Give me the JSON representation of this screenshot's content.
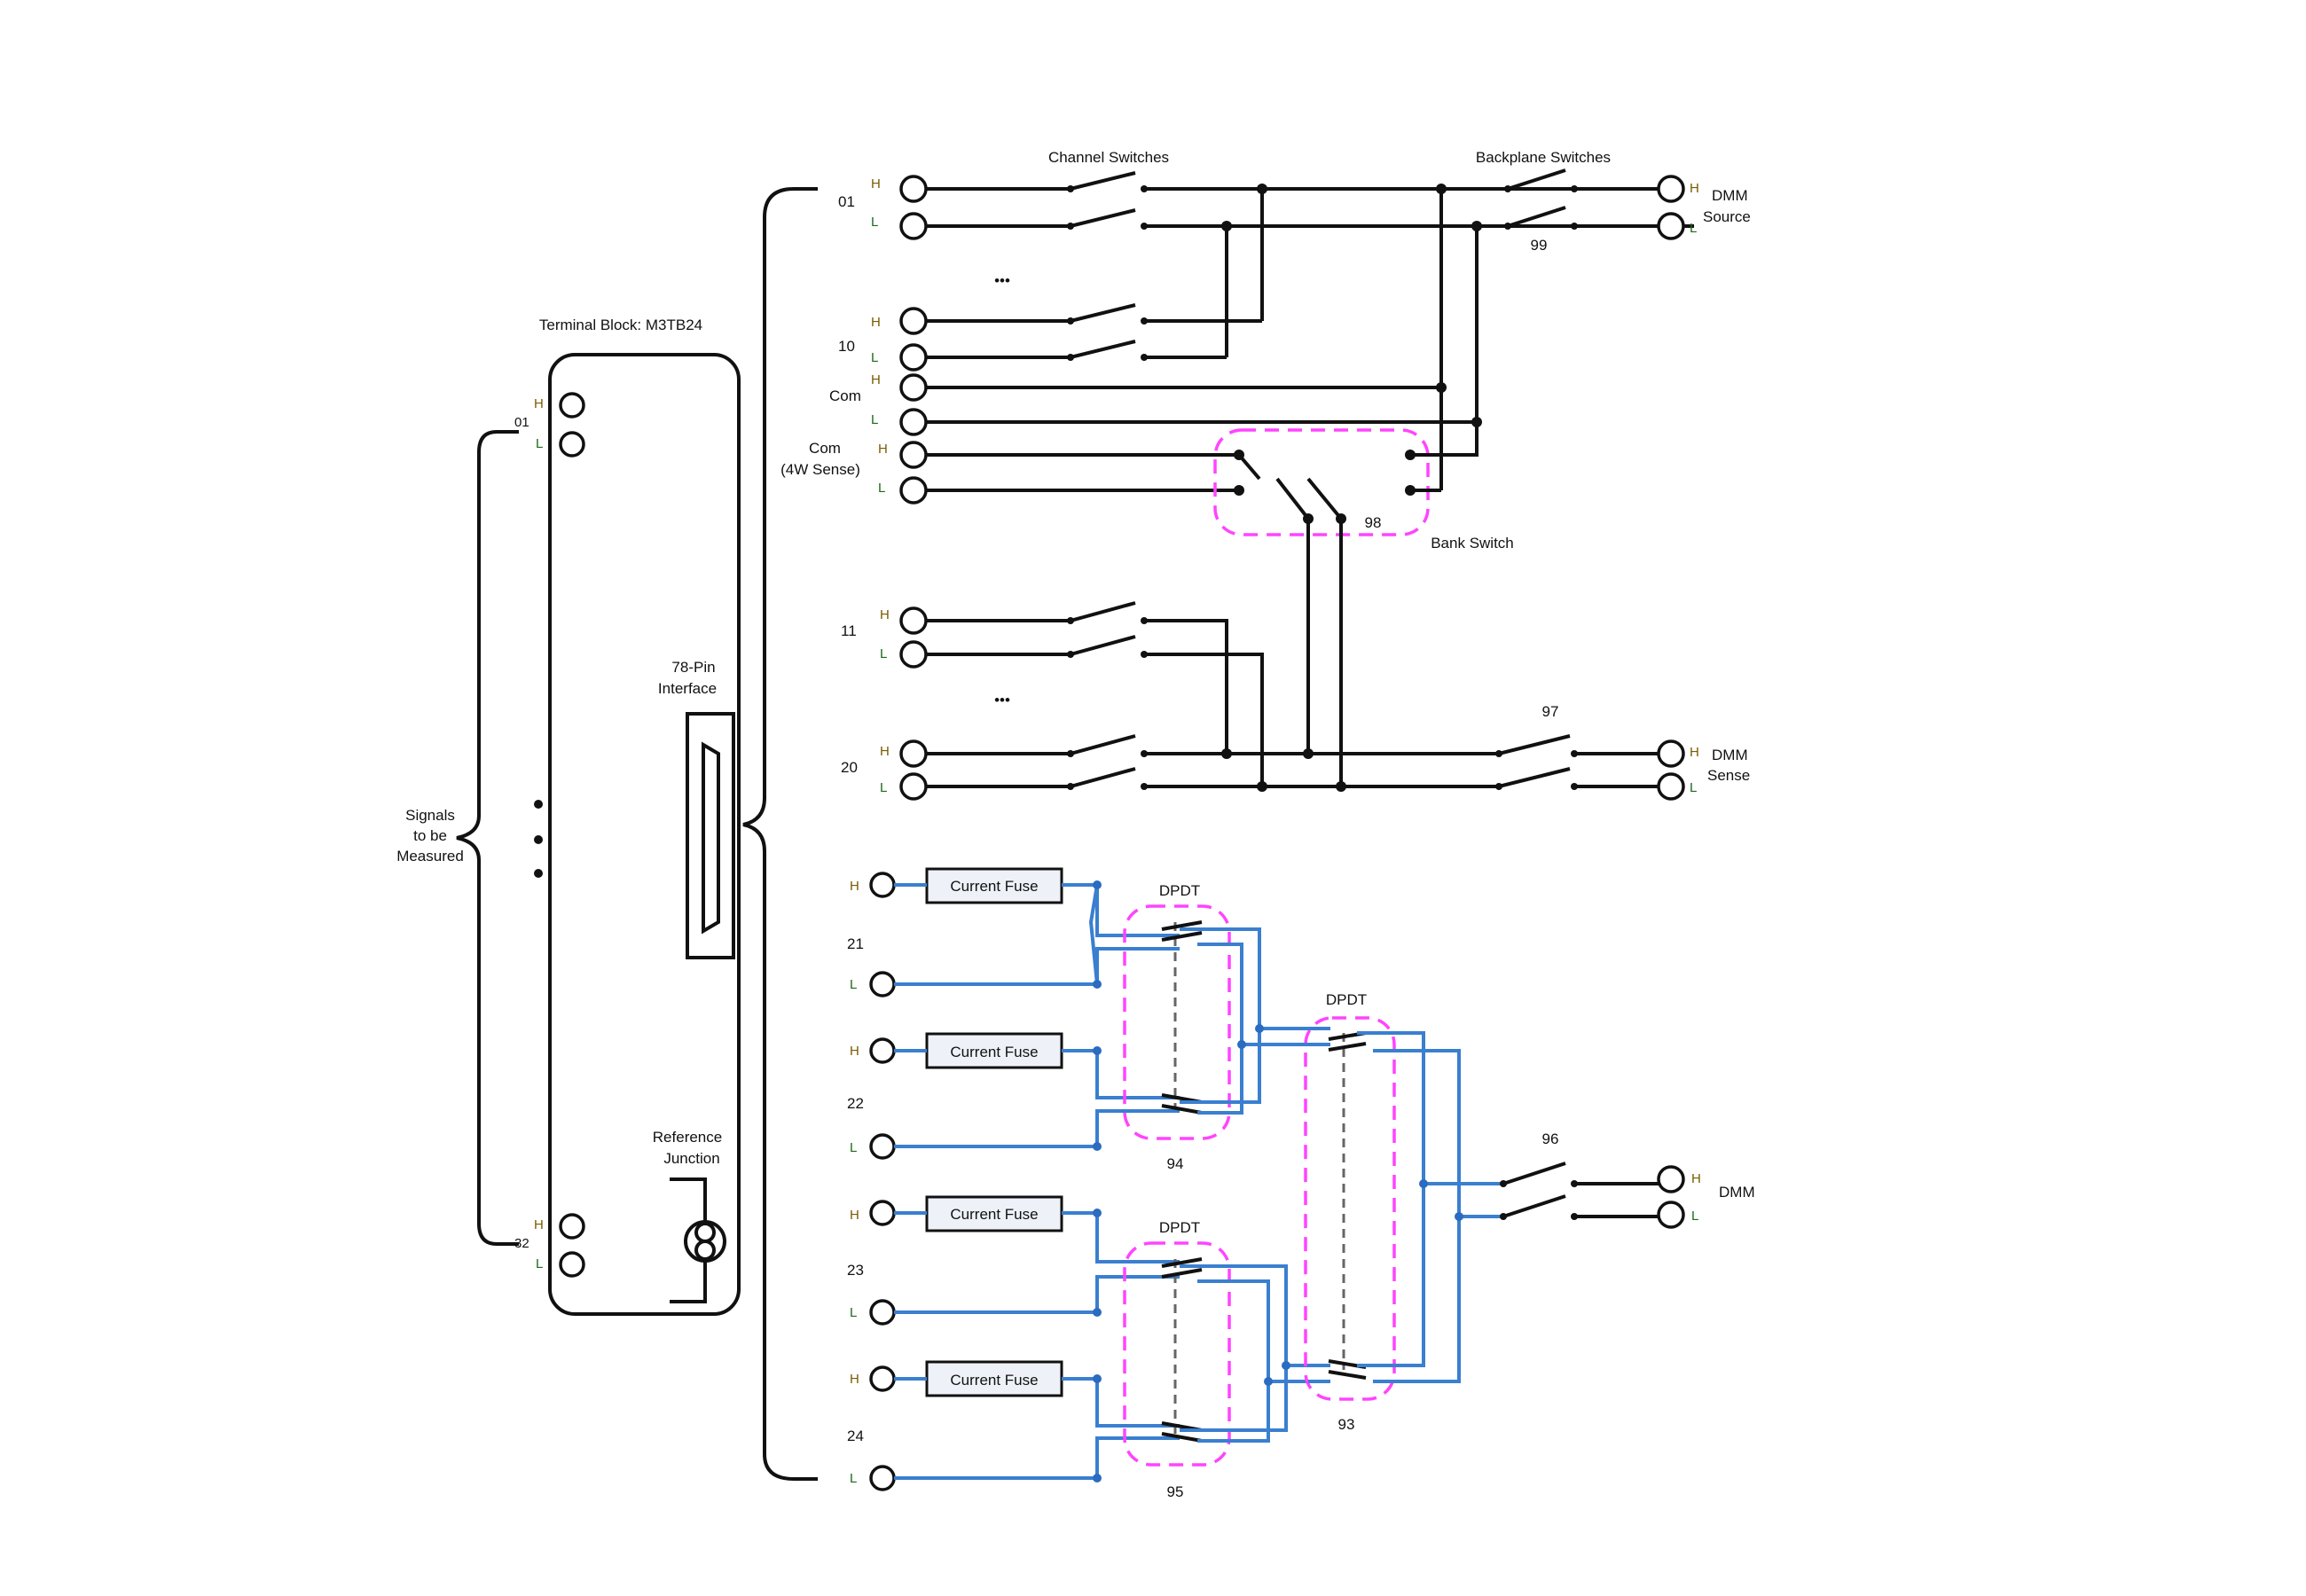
{
  "labels": {
    "channel_switches": "Channel Switches",
    "backplane_switches": "Backplane Switches",
    "terminal_block": "Terminal Block: M3TB24",
    "interface_line1": "78-Pin",
    "interface_line2": "Interface",
    "signals_line1": "Signals",
    "signals_line2": "to be",
    "signals_line3": "Measured",
    "ref_line1": "Reference",
    "ref_line2": "Junction",
    "bank_switch": "Bank Switch",
    "dmm_source_line1": "DMM",
    "dmm_source_line2": "Source",
    "dmm_sense_line1": "DMM",
    "dmm_sense_line2": "Sense",
    "dmm": "DMM",
    "com": "Com",
    "com4w_line1": "Com",
    "com4w_line2": "(4W Sense)",
    "current_fuse": "Current Fuse",
    "dpdt": "DPDT",
    "H": "H",
    "L": "L",
    "ellipsis": "•••"
  },
  "channels": {
    "ch01": "01",
    "ch10": "10",
    "ch11": "11",
    "ch20": "20",
    "ch21": "21",
    "ch22": "22",
    "ch23": "23",
    "ch24": "24",
    "tb01": "01",
    "tb32": "32"
  },
  "switch_numbers": {
    "s99": "99",
    "s98": "98",
    "s97": "97",
    "s96": "96",
    "s94": "94",
    "s93": "93",
    "s95": "95"
  },
  "colors": {
    "wire": "#111111",
    "current_wire": "#3a7fd0",
    "dpdt_group": "#ff44ff",
    "h_letter": "#7a5a00",
    "l_letter": "#1a6a1a"
  }
}
